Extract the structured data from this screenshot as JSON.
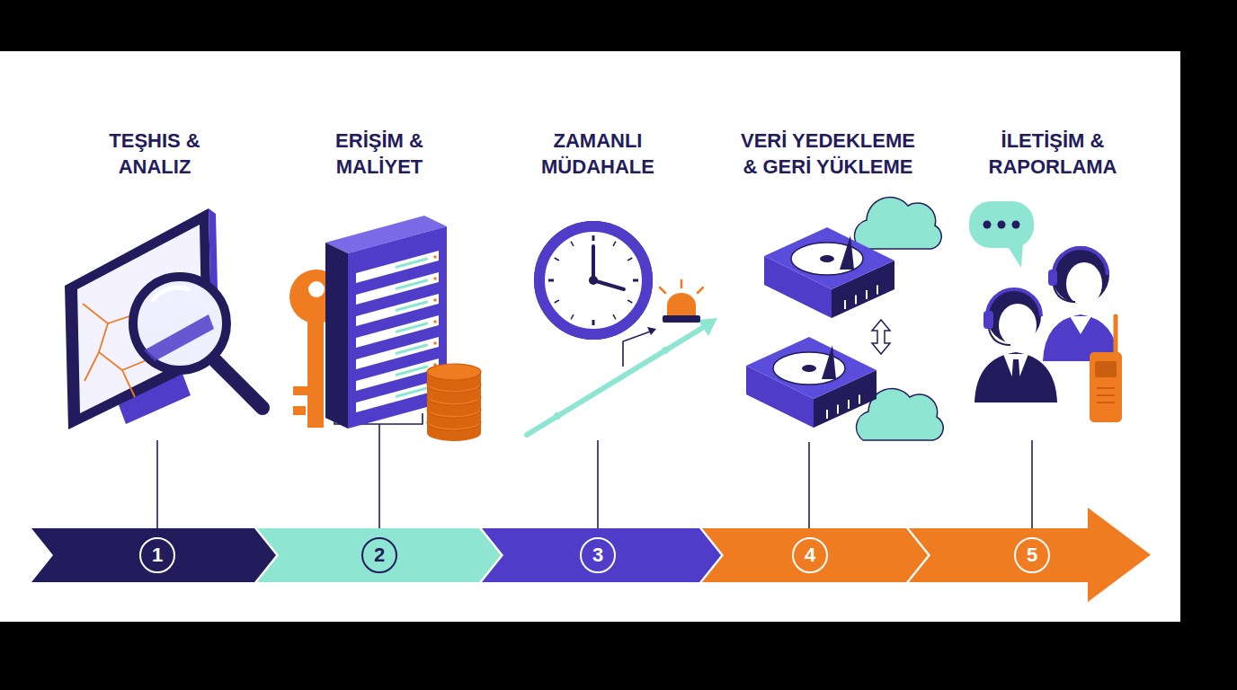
{
  "diagram": {
    "nodes": [
      {
        "text": [
          "1"
        ]
      },
      {
        "text": [
          "2"
        ]
      },
      {
        "text": [
          "3"
        ]
      },
      {
        "text": [
          "4"
        ]
      },
      {
        "text": [
          "5"
        ]
      }
    ],
    "labels": [
      "TEŞHIS & ANALIZ",
      "ERİŞİM & MALİYET",
      "ZAMANLI MÜDAHALE",
      "VERİ YEDEKLEME & GERİ YÜKLEME",
      "İLETİŞİM & RAPORLAMA"
    ]
  }
}
